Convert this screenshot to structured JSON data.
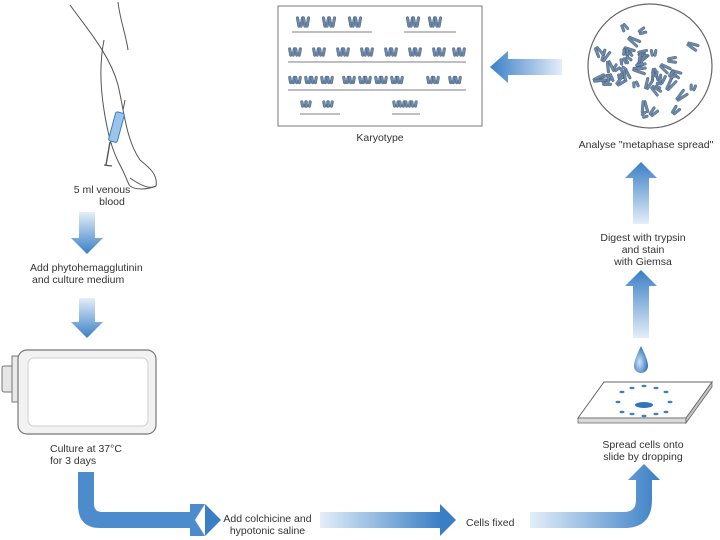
{
  "steps": {
    "blood": {
      "line1": "5 ml venous",
      "line2": "blood"
    },
    "pha": {
      "line1": "Add phytohemagglutinin",
      "line2": "and culture medium"
    },
    "culture": {
      "line1": "Culture at 37°C",
      "line2": "for 3 days"
    },
    "colchicine": {
      "line1": "Add colchicine and",
      "line2": "hypotonic saline"
    },
    "fixed": {
      "line1": "Cells fixed"
    },
    "spread": {
      "line1": "Spread cells onto",
      "line2": "slide by dropping"
    },
    "digest": {
      "line1": "Digest with trypsin",
      "line2": "and stain",
      "line3": "with Giemsa"
    },
    "analyse": {
      "line1": "Analyse \"metaphase spread\""
    },
    "karyotype": {
      "line1": "Karyotype"
    }
  },
  "colors": {
    "arrow_dark": "#3a7fc6",
    "arrow_light": "#d6e6f6",
    "line": "#555555"
  }
}
